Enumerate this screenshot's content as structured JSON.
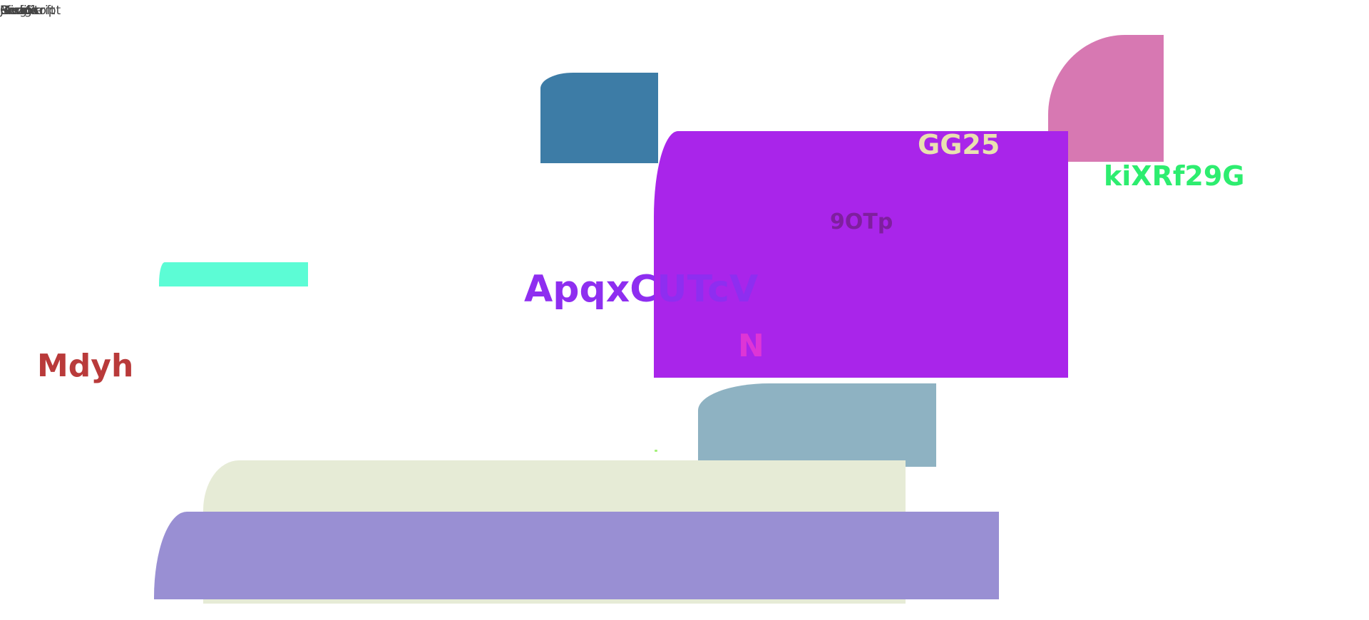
{
  "top_left_texts": [
    "Google",
    "Microsoft",
    "JavaScript",
    "Bing",
    "Reddit",
    "Profile"
  ],
  "labels": {
    "gg25": "GG25",
    "kixrf": "kiXRf29G",
    "otp": "9OTp",
    "apqx": "ApqxCUTcV",
    "n": "N",
    "mdyh": "Mdyh"
  },
  "colors": {
    "background": "#ffffff",
    "steel_blue": "#3d7ca6",
    "pink": "#d778b2",
    "purple": "#a925ea",
    "teal": "#5cfcd5",
    "grey_blue": "#8eb2c2",
    "cream": "#e6ebd6",
    "lavender": "#998fd3",
    "label_gg25": "#e9e1b0",
    "label_kixrf": "#2ded6f",
    "label_9otp": "#7e1f9e",
    "label_apqx": "#8e2ef0",
    "label_n": "#de35d6",
    "label_mdyh": "#b93a3a"
  }
}
